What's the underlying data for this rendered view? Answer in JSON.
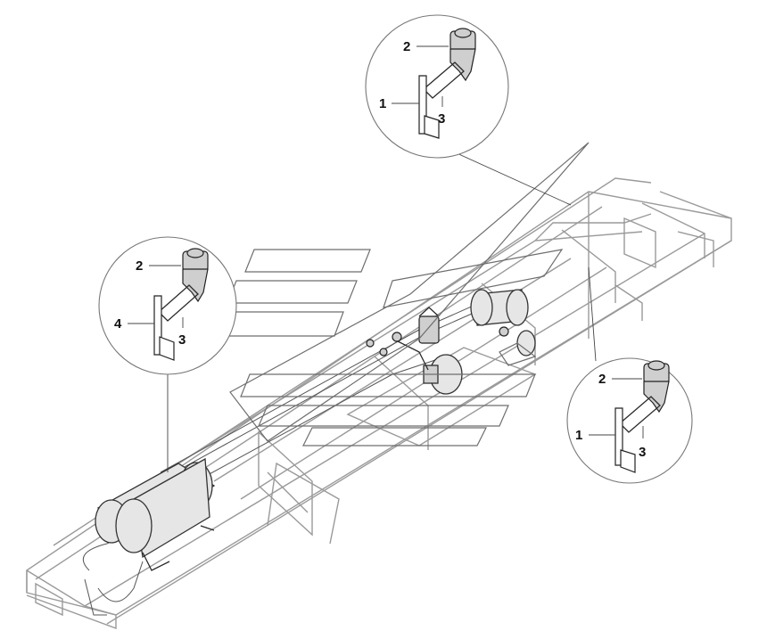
{
  "callouts": {
    "top": {
      "label_1": "1",
      "label_2": "2",
      "label_3": "3"
    },
    "left": {
      "label_2": "2",
      "label_4": "4",
      "label_3": "3"
    },
    "right": {
      "label_2": "2",
      "label_1": "1",
      "label_3": "3"
    }
  }
}
